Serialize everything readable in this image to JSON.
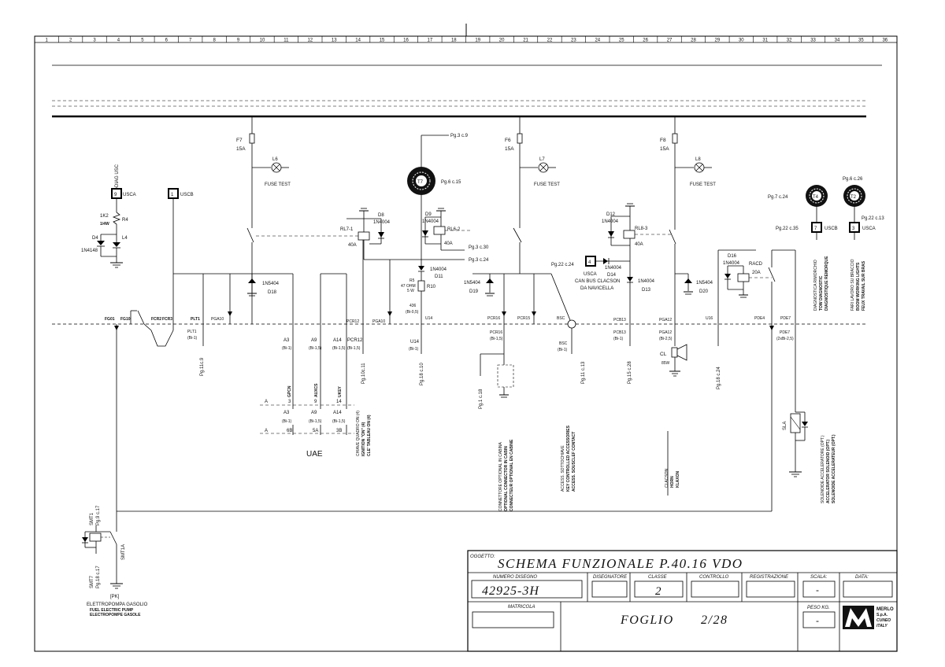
{
  "ruler": [
    "1",
    "2",
    "3",
    "4",
    "5",
    "6",
    "7",
    "8",
    "9",
    "10",
    "11",
    "12",
    "13",
    "14",
    "15",
    "16",
    "17",
    "18",
    "19",
    "20",
    "21",
    "22",
    "23",
    "24",
    "25",
    "26",
    "27",
    "28",
    "29",
    "30",
    "31",
    "32",
    "33",
    "34",
    "35",
    "36"
  ],
  "fuses": [
    {
      "id": "F7",
      "rating": "15A",
      "lamp": "L6",
      "lamp_label": "FUSE TEST"
    },
    {
      "id": "F6",
      "rating": "15A",
      "lamp": "L7",
      "lamp_label": "FUSE TEST"
    },
    {
      "id": "F8",
      "rating": "15A",
      "lamp": "L8",
      "lamp_label": "FUSE TEST"
    }
  ],
  "connectors": {
    "usca9_num": "9",
    "usca9_label": "USCA",
    "uscb1_num": "1",
    "uscb1_label": "USCB",
    "usca4_num": "4",
    "usca4_label": "USCA",
    "uscb7_num": "7",
    "uscb7_label": "USCB",
    "usca3_num": "3",
    "usca3_label": "USCA"
  },
  "toroids": {
    "t7": "T7",
    "t4": "T4",
    "t2": "T2"
  },
  "labels": {
    "diag_usc": "DIAG USC",
    "r4": "R4",
    "r4_val": "1K2",
    "r4_w": "1/4W",
    "d4": "D4",
    "d4_type": "1N4148",
    "l4": "L4",
    "rl71": "RL7-1",
    "rl71_a": "40A",
    "d8": "D8",
    "d8_type": "1N4004",
    "d9": "D9",
    "d9_type": "1N4004",
    "rl62": "RL6-2",
    "rl62_a": "40A",
    "d11_type": "1N4004",
    "d11": "D11",
    "r5": "R5",
    "r5_v1": "47 OHM",
    "r5_v2": "5 W",
    "r10": "R10",
    "d12": "D12",
    "d12_type": "1N4004",
    "rl83": "RL8-3",
    "rl83_a": "40A",
    "d14_type": "1N4004",
    "d14": "D14",
    "d13_type": "1N4004",
    "d13": "D13",
    "can_usca": "USCA",
    "can_bus": "CAN BUS CLACSON",
    "da_nav": "DA NAVICELLA",
    "d16": "D16",
    "d16_type": "1N4004",
    "racd": "RACD",
    "racd_a": "20A",
    "d18_type": "1N5404",
    "d18": "D18",
    "d19_type": "1N5404",
    "d19": "D19",
    "d20_type": "1N5404",
    "d20": "D20",
    "pg3c9": "Pg.3 c.9",
    "pg6c15": "Pg.6 c.15",
    "pg3c30": "Pg.3 c.30",
    "pg3c24": "Pg.3 c.24",
    "pg22c24": "Pg.22 c.24",
    "pg7c24": "Pg.7 c.24",
    "pg22c35": "Pg.22 c.35",
    "pg6c26": "Pg.6 c.26",
    "pg22c13": "Pg.22 c.13",
    "pg11c9": "Pg.11c.9",
    "pg10c11": "Pg.10c.11",
    "pg18c10": "Pg.18 c.10",
    "pg1c18": "Pg.1 c.18",
    "pg11c13": "Pg.11 c.13",
    "pg15c28": "Pg.15 c.28",
    "pg18c24": "Pg.18 c.24",
    "fg01": "FG01",
    "fg10": "FG10",
    "fcr2": "FCR2",
    "fcr3": "FCR3",
    "plt1": "PLT1",
    "plt1b": "PLT1",
    "bi1a": "(Bi-1)",
    "pga10a": "PGA10",
    "pcr12": "PCR12",
    "pga10b": "PGA10",
    "u14": "U14",
    "pcr16": "PCR16",
    "pcr15": "PCR15",
    "bsc": "BSC",
    "pcb13": "PCB13",
    "pga12": "PGA12",
    "u16": "U16",
    "pde4": "PDE4",
    "pde7": "PDE7",
    "a3": "A3",
    "a3s": "(Bi-1)",
    "a9": "A9",
    "a9s": "(Bi-1,5)",
    "a14": "A14",
    "a14s": "(Bi-1,5)",
    "pcr12b": "PCR12",
    "pcr12s": "(Bi-1,5)",
    "n436": "436",
    "n436s": "(Bi-0,5)",
    "u14b": "U14",
    "u14s": "(Bi-1)",
    "pcr16b": "PCR16",
    "pcr16s": "(Bi-1,5)",
    "bsc_b": "BSC",
    "bsc_s": "(Bi-1)",
    "pcb13b": "PCB13",
    "pcb13s": "(Bi-1)",
    "pga12b": "PGA12",
    "pga12s": "(Bi-2,5)",
    "pde7b": "PDE7",
    "pde7s": "(2xBi-2,5)",
    "cl": "CL",
    "cl_w": "85W",
    "sla": "SLA",
    "gen": "GPCN",
    "aux": "AUXCS",
    "ukey": "UKEY",
    "row_a1": "A",
    "row_a1_3": "3",
    "row_a1_9": "9",
    "row_a1_14": "14",
    "row_a3": "A3",
    "row_a3s": "(Bi-1)",
    "row_a9": "A9",
    "row_a9s": "(Bi-1,5)",
    "row_a14": "A14",
    "row_a14s": "(Bi-1,5)",
    "row_a2": "A",
    "row_a2_6b": "6B",
    "row_a2_5a": "5A",
    "row_a2_3b": "3B",
    "uae": "UAE",
    "chiave_it": "CHIAVE QUADRO ON (4)",
    "chiave_en": "IGNITION \"ON\" (4)",
    "chiave_fr": "CLE' TABLEAU ON (4)",
    "conn_it": "CONNETTORE OPTIONAL IN CABINA",
    "conn_en": "OPTIONAL CONNECTOR IN CABIN",
    "conn_fr": "CONNECTEUR OPTIONAL EN CABINE",
    "acc_it": "ACCESS. SOTTOCHIAVE",
    "acc_en": "KEY CONTROLLED ACCESSORIES",
    "acc_fr": "ACCESS. SOUSCLEF CONTACT",
    "clacson_it": "CLACSON",
    "clacson_en": "HORN",
    "clacson_fr": "KLAXON",
    "diag_it": "DIAGNOSTICA RIMORCHIO",
    "diag_en": "TOW DIAGNOSTIC",
    "diag_fr": "DIAGNOSTIQUE REMORQUE",
    "fari_it": "FARI LAVORO SU BRACCIO",
    "fari_en": "BOOM WORKING LIGHTS",
    "fari_fr": "FEUX TRAVAIL SUR BRAS",
    "sol_it": "SOLENOIDE ACCELERATORE (OPT.)",
    "sol_en": "ACCELERATOR SOLENOID (OPT.)",
    "sol_fr": "SOLENOIDE ACCELERATEUR (OPT.)",
    "smt1": "SMT1",
    "pg9c17": "Pg.9 c.17",
    "smt7": "SMT7",
    "pg18c17": "Pg.18 c.17",
    "smt1a": "SMT1A",
    "pk": "[PK]",
    "pump_it": "ELETTROPOMPA GASOLIO",
    "pump_en": "FUEL ELECTRIC PUMP",
    "pump_fr": "ELECTROPOMPE GASOLE"
  },
  "title_block": {
    "oggetto_label": "OGGETTO:",
    "title": "SCHEMA FUNZIONALE P.40.16 VDO",
    "numero_label": "NUMERO DISEGNO",
    "numero": "42925-3H",
    "disegnatore_label": "DISEGNATORE",
    "disegnatore": "",
    "classe_label": "CLASSE",
    "classe": "2",
    "controllo_label": "CONTROLLO",
    "controllo": "",
    "registrazione_label": "REGISTRAZIONE",
    "registrazione": "",
    "scala_label": "SCALA:",
    "scala": "-",
    "data_label": "DATA:",
    "data": "",
    "matricola_label": "MATRICOLA",
    "matricola": "",
    "foglio_label": "FOGLIO",
    "foglio": "2/28",
    "peso_label": "PESO KG.",
    "peso": "-",
    "company": "MERLO",
    "company2": "S.p.A.",
    "city": "CUNEO",
    "country": "ITALY"
  }
}
